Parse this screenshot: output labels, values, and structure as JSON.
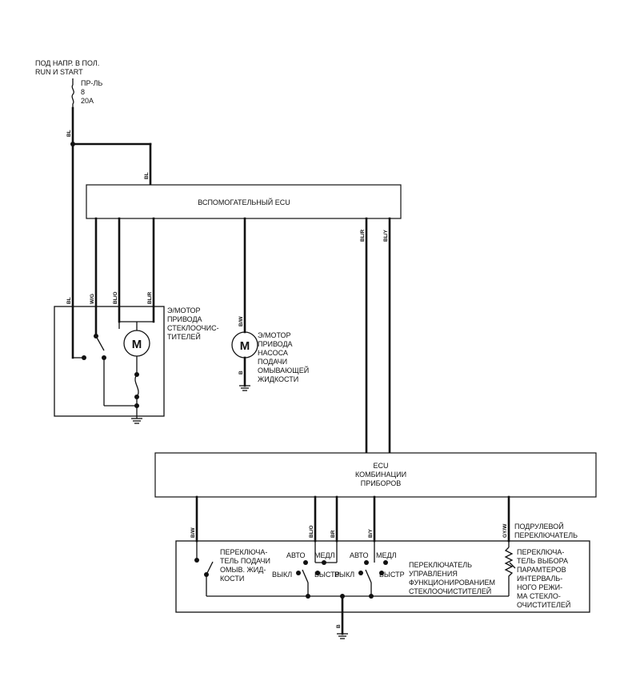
{
  "power": {
    "line1": "ПОД НАПР. В ПОЛ.",
    "line2": "RUN И   START",
    "fuse_label": "ПР-ЛЬ",
    "fuse_number": "8",
    "fuse_rating": "20A"
  },
  "aux_ecu": {
    "label": "ВСПОМОГАТЕЛЬНЫЙ ECU"
  },
  "cluster_ecu": {
    "line1": "ECU",
    "line2": "КОМБИНАЦИИ",
    "line3": "ПРИБОРОВ"
  },
  "wiper_motor": {
    "lines": [
      "Э/МОТОР",
      "ПРИВОДА",
      "СТЕКЛООЧИС-",
      "ТИТЕЛЕЙ"
    ],
    "symbol": "M"
  },
  "pump_motor": {
    "lines": [
      "Э/МОТОР",
      "ПРИВОДА",
      "НАСОСА",
      "ПОДАЧИ",
      "ОМЫВАЮЩЕЙ",
      "ЖИДКОСТИ"
    ],
    "symbol": "M"
  },
  "wires": {
    "bl_top": "BL",
    "bl_aux": "BL",
    "bl_motor": "BL",
    "wg": "W/G",
    "blo_motor": "BL/O",
    "blr_motor": "BL/R",
    "bw_pump": "B/W",
    "b_pump": "B",
    "blr_ecu": "BL/R",
    "bly_ecu": "BL/Y",
    "bw_sw": "B/W",
    "blo_sw": "BL/O",
    "br_sw": "BR",
    "by_sw": "B/Y",
    "gyw_sw": "GY/W",
    "b_ground": "B"
  },
  "switch_panel": {
    "stalk_label_line1": "ПОДРУЛЕВОЙ",
    "stalk_label_line2": "ПЕРЕКЛЮЧАТЕЛЬ",
    "washer_switch": [
      "ПЕРЕКЛЮЧА-",
      "ТЕЛЬ ПОДАЧИ",
      "ОМЫВ. ЖИД-",
      "КОСТИ"
    ],
    "pos_auto_1": "АВТО",
    "pos_slow_1": "МЕДЛ",
    "pos_off_1": "ВЫКЛ",
    "pos_fast_1": "БЫСТР",
    "pos_auto_2": "АВТО",
    "pos_slow_2": "МЕДЛ",
    "pos_off_2": "ВЫКЛ",
    "pos_fast_2": "БЫСТР",
    "function_switch": [
      "ПЕРЕКЛЮЧАТЕЛЬ",
      "УПРАВЛЕНИЯ",
      "ФУНКЦИОНИРОВАНИЕМ",
      "СТЕКЛООЧИСТИТЕЛЕЙ"
    ],
    "interval_switch": [
      "ПЕРЕКЛЮЧА-",
      "ТЕЛЬ ВЫБОРА",
      "ПАРАМТЕРОВ",
      "ИНТЕРВАЛЬ-",
      "НОГО РЕЖИ-",
      "МА СТЕКЛО-",
      "ОЧИСТИТЕЛЕЙ"
    ]
  }
}
